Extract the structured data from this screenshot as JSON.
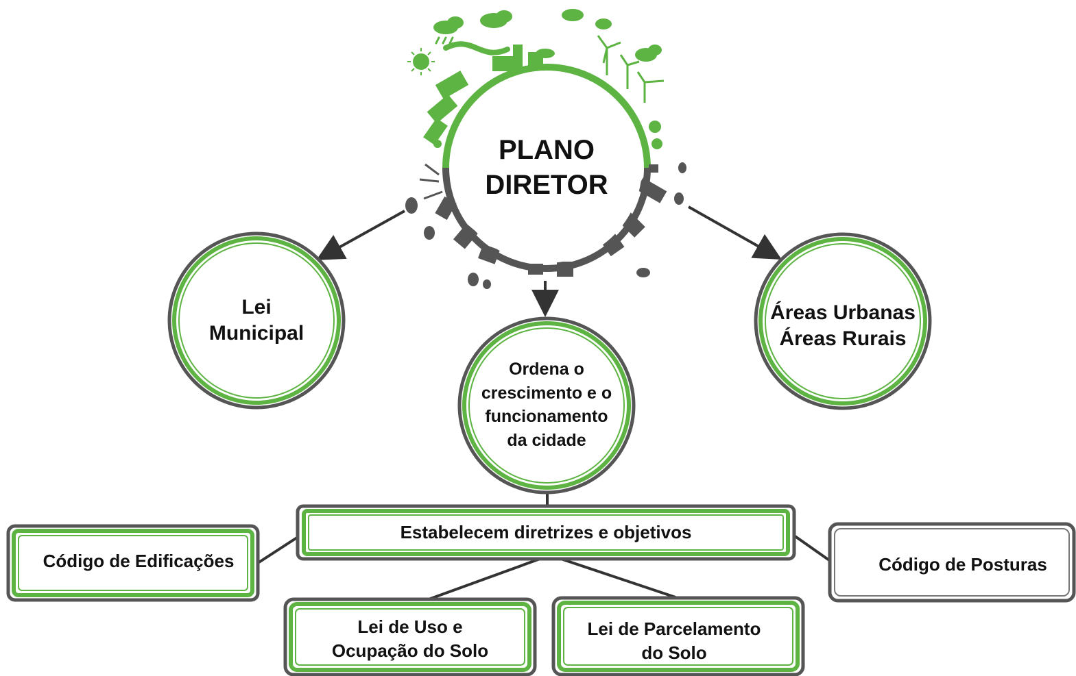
{
  "palette": {
    "green": "#5db443",
    "dark_green": "#3f8f2e",
    "gray": "#555555",
    "dark_gray": "#4a4a4a",
    "arrow": "#333333",
    "text": "#111111"
  },
  "center": {
    "title": "PLANO\nDIRETOR",
    "illustration": "eco-city-globe-icon"
  },
  "nodes": {
    "lei_municipal": "Lei\nMunicipal",
    "areas": "Áreas Urbanas\nÁreas Rurais",
    "ordena": "Ordena o\ncrescimento e o\nfuncionamento\nda cidade"
  },
  "boxes": {
    "diretrizes": "Estabelecem diretrizes e objetivos",
    "edificacoes": "Código de Edificações",
    "posturas": "Código de Posturas",
    "uso_ocupacao": "Lei de Uso e\nOcupação do Solo",
    "parcelamento": "Lei de Parcelamento\ndo Solo"
  }
}
